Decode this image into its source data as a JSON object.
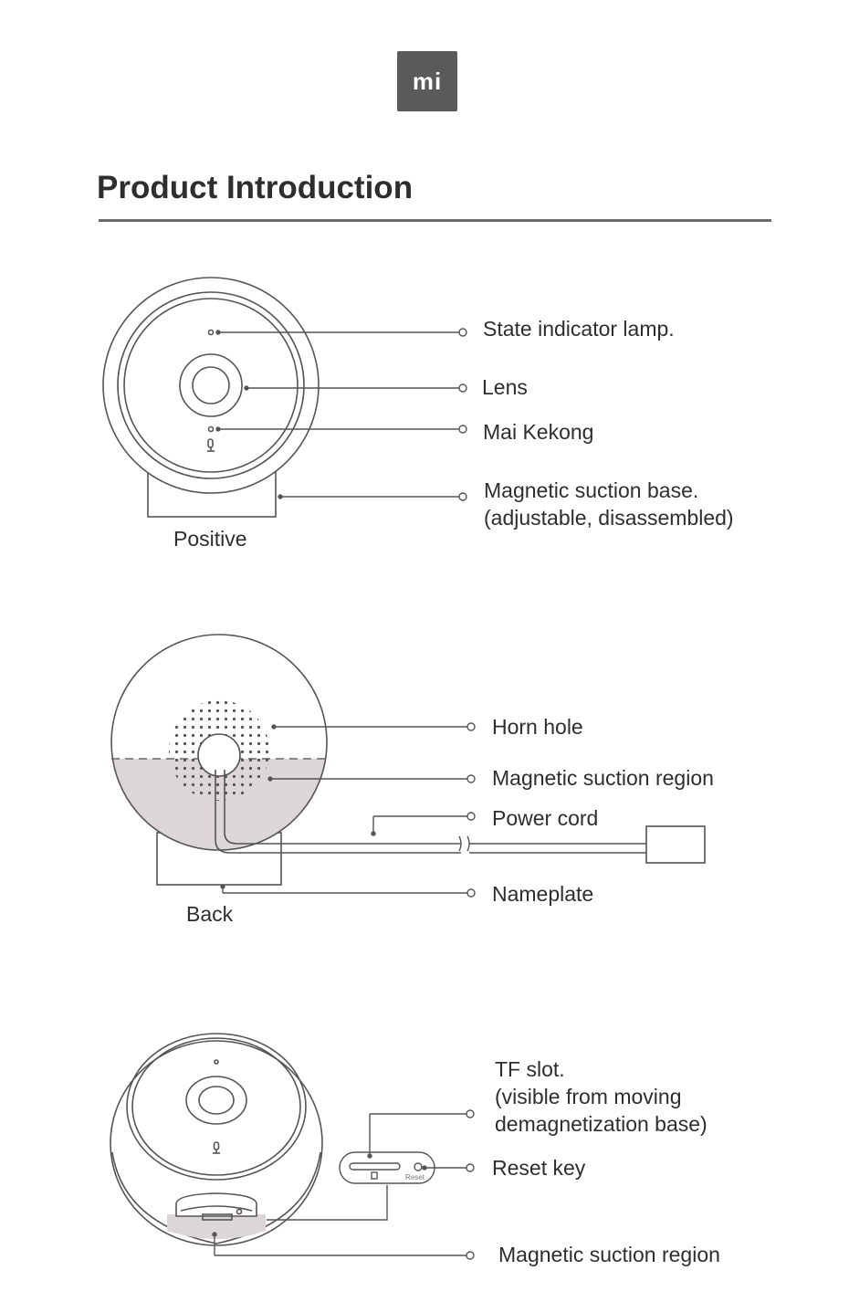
{
  "brand": {
    "logo_text": "mi"
  },
  "header": {
    "title": "Product Introduction"
  },
  "front": {
    "caption": "Positive",
    "labels": {
      "indicator": "State indicator lamp.",
      "lens": "Lens",
      "mic": "Mai Kekong",
      "base_line1": "Magnetic suction base.",
      "base_line2": "(adjustable, disassembled)"
    }
  },
  "back": {
    "caption": "Back",
    "labels": {
      "horn": "Horn hole",
      "magnetic": "Magnetic suction region",
      "power": "Power cord",
      "nameplate": "Nameplate"
    }
  },
  "bottom": {
    "labels": {
      "tf_line1": "TF slot.",
      "tf_line2": "(visible from moving",
      "tf_line3": "demagnetization base)",
      "reset": "Reset key",
      "magnetic": "Magnetic suction region"
    },
    "reset_mark": "Reset"
  },
  "colors": {
    "line": "#555555",
    "shade": "#ddd6d8",
    "logo_bg": "#5a5a5a"
  }
}
